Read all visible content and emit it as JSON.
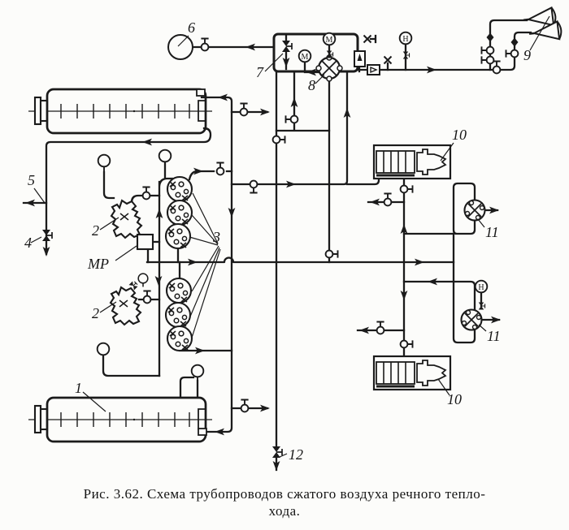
{
  "figure_caption": {
    "line1": "Рис. 3.62. Схема трубопроводов сжатого воздуха речного тепло-",
    "line2": "хода."
  },
  "labels": {
    "receiver_1": "1",
    "compressor_upper_2": "2",
    "compressor_lower_2": "2",
    "valve_group_3": "3",
    "valve_4": "4",
    "branch_5": "5",
    "typhon_6": "6",
    "valve_7": "7",
    "distributor_8": "8",
    "horns_9": "9",
    "engine_upper_10": "10",
    "engine_lower_10": "10",
    "starter_upper_11": "11",
    "starter_lower_11": "11",
    "drain_valve_12": "12",
    "reducer_mr": "МР"
  },
  "gauge_letters": {
    "m1": "М",
    "m2": "М",
    "n1": "Н",
    "n2": "Н"
  }
}
